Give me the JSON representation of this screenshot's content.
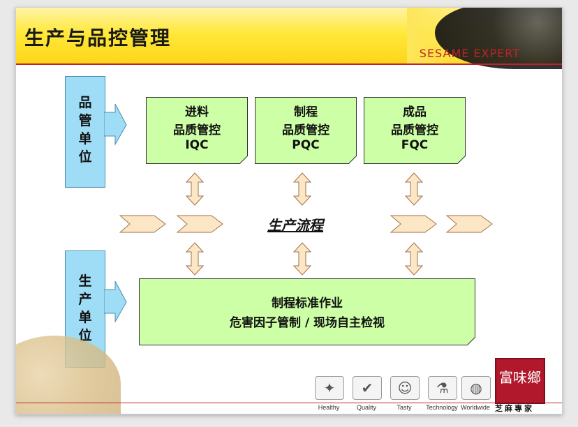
{
  "header": {
    "title": "生产与品控管理",
    "brand": "SESAME EXPERT"
  },
  "side_units": {
    "qc": "品\n管\n单\n位",
    "prod": "生\n产\n单\n位"
  },
  "qc_boxes": [
    {
      "line1": "进料",
      "line2": "品质管控",
      "code": "IQC"
    },
    {
      "line1": "制程",
      "line2": "品质管控",
      "code": "PQC"
    },
    {
      "line1": "成品",
      "line2": "品质管控",
      "code": "FQC"
    }
  ],
  "process_label": "生产流程",
  "prod_box": {
    "line1": "制程标准作业",
    "line2": "危害因子管制 / 现场自主检视"
  },
  "footer": {
    "icons": [
      {
        "label": "Healthy",
        "icon": "healthy-icon"
      },
      {
        "label": "Quality",
        "icon": "quality-icon"
      },
      {
        "label": "Tasty",
        "icon": "tasty-icon"
      },
      {
        "label": "Technology",
        "icon": "technology-icon"
      },
      {
        "label": "Worldwide",
        "icon": "worldwide-icon"
      }
    ],
    "logo_glyphs": "富味鄉",
    "logo_caption": "芝麻專家"
  },
  "colors": {
    "header_yellow": "#fde33a",
    "accent_red": "#c0222a",
    "side_blue": "#9fdcf6",
    "note_green": "#ccffa6",
    "arrow_fill": "#fde6c6",
    "arrow_stroke": "#a0724a"
  }
}
